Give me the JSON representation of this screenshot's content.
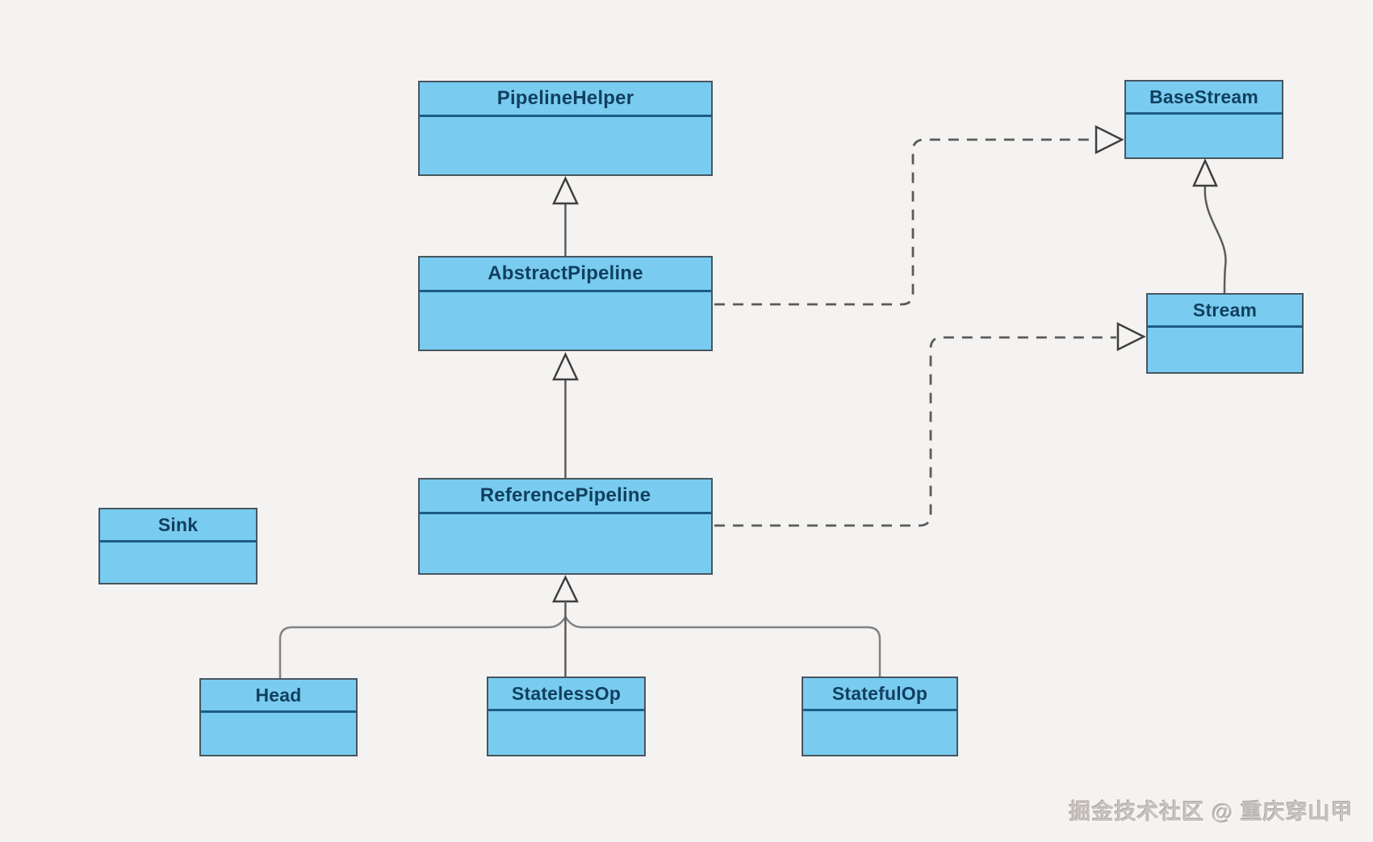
{
  "diagram": {
    "type": "uml-class-diagram",
    "classes": [
      {
        "id": "pipeline-helper",
        "name": "PipelineHelper"
      },
      {
        "id": "abstract-pipeline",
        "name": "AbstractPipeline"
      },
      {
        "id": "reference-pipeline",
        "name": "ReferencePipeline"
      },
      {
        "id": "sink",
        "name": "Sink"
      },
      {
        "id": "base-stream",
        "name": "BaseStream"
      },
      {
        "id": "stream",
        "name": "Stream"
      },
      {
        "id": "head",
        "name": "Head"
      },
      {
        "id": "stateless-op",
        "name": "StatelessOp"
      },
      {
        "id": "stateful-op",
        "name": "StatefulOp"
      }
    ],
    "relations": [
      {
        "from": "AbstractPipeline",
        "to": "PipelineHelper",
        "type": "generalization",
        "line": "solid"
      },
      {
        "from": "ReferencePipeline",
        "to": "AbstractPipeline",
        "type": "generalization",
        "line": "solid"
      },
      {
        "from": "Stream",
        "to": "BaseStream",
        "type": "generalization",
        "line": "solid"
      },
      {
        "from": "Head",
        "to": "ReferencePipeline",
        "type": "generalization",
        "line": "solid"
      },
      {
        "from": "StatelessOp",
        "to": "ReferencePipeline",
        "type": "generalization",
        "line": "solid"
      },
      {
        "from": "StatefulOp",
        "to": "ReferencePipeline",
        "type": "generalization",
        "line": "solid"
      },
      {
        "from": "AbstractPipeline",
        "to": "BaseStream",
        "type": "realization",
        "line": "dashed"
      },
      {
        "from": "ReferencePipeline",
        "to": "Stream",
        "type": "realization",
        "line": "dashed"
      }
    ]
  },
  "watermark": {
    "text": "掘金技术社区 @ 重庆穿山甲"
  },
  "colors": {
    "background": "#f5f3f1",
    "box_fill": "#79ccf0",
    "box_border": "#47555f",
    "divider": "#1d5c84",
    "title_text": "#113f5e",
    "connector": "#6e6e6e",
    "dashed_connector": "#5a5a5a"
  }
}
